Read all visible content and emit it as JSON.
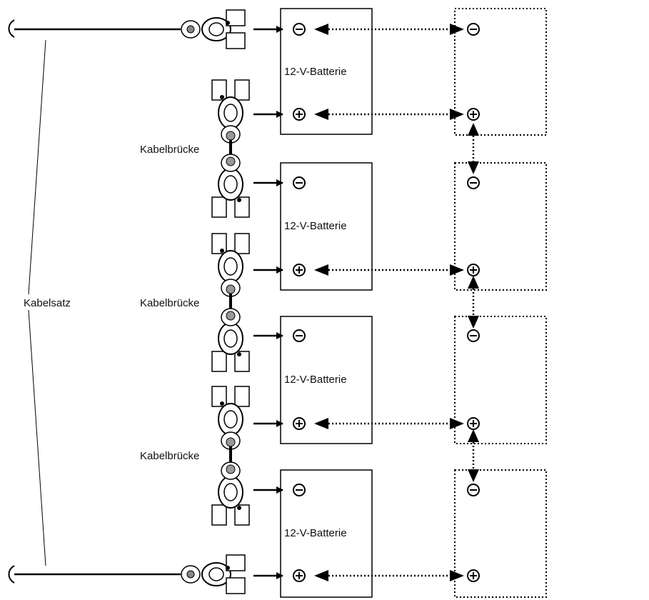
{
  "diagram": {
    "battery_label": "12-V-Batterie",
    "bridge_label": "Kabelbrücke",
    "harness_label": "Kabelsatz",
    "batteries": [
      {
        "label": "12-V-Batterie",
        "negative": "−",
        "positive": "+"
      },
      {
        "label": "12-V-Batterie",
        "negative": "−",
        "positive": "+"
      },
      {
        "label": "12-V-Batterie",
        "negative": "−",
        "positive": "+"
      },
      {
        "label": "12-V-Batterie",
        "negative": "−",
        "positive": "+"
      }
    ],
    "bridges": [
      "Kabelbrücke",
      "Kabelbrücke",
      "Kabelbrücke"
    ]
  }
}
